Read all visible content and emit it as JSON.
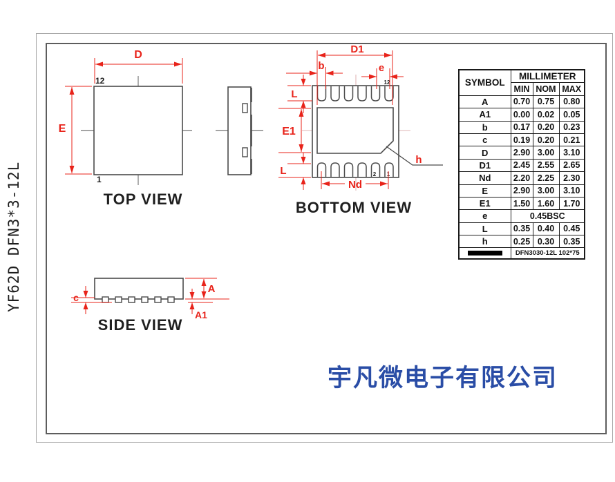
{
  "part": {
    "side_label": "YF62D DFN3*3-12L"
  },
  "company": {
    "name": "宇凡微电子有限公司"
  },
  "colors": {
    "dimension_red": "#e8231a",
    "outline_gray": "#4a4a4a",
    "company_blue": "#2a4da6"
  },
  "views": {
    "top": {
      "title": "TOP VIEW",
      "pin_top": "12",
      "pin_bottom": "1",
      "dim_d": "D",
      "dim_e": "E"
    },
    "bottom": {
      "title": "BOTTOM VIEW",
      "dim_d1": "D1",
      "dim_b": "b",
      "dim_pitch": "e",
      "dim_l_top": "L",
      "dim_e1": "E1",
      "dim_l_bottom": "L",
      "dim_nd": "Nd",
      "dim_h": "h",
      "pin12": "12",
      "pin2": "2",
      "pin1": "1"
    },
    "side": {
      "title": "SIDE VIEW",
      "dim_a": "A",
      "dim_a1": "A1",
      "dim_c": "c"
    }
  },
  "table": {
    "header": {
      "symbol": "SYMBOL",
      "unit": "MILLIMETER",
      "min": "MIN",
      "nom": "NOM",
      "max": "MAX"
    },
    "rows": [
      {
        "symbol": "A",
        "min": "0.70",
        "nom": "0.75",
        "max": "0.80"
      },
      {
        "symbol": "A1",
        "min": "0.00",
        "nom": "0.02",
        "max": "0.05"
      },
      {
        "symbol": "b",
        "min": "0.17",
        "nom": "0.20",
        "max": "0.23"
      },
      {
        "symbol": "c",
        "min": "0.19",
        "nom": "0.20",
        "max": "0.21"
      },
      {
        "symbol": "D",
        "min": "2.90",
        "nom": "3.00",
        "max": "3.10"
      },
      {
        "symbol": "D1",
        "min": "2.45",
        "nom": "2.55",
        "max": "2.65"
      },
      {
        "symbol": "Nd",
        "min": "2.20",
        "nom": "2.25",
        "max": "2.30"
      },
      {
        "symbol": "E",
        "min": "2.90",
        "nom": "3.00",
        "max": "3.10"
      },
      {
        "symbol": "E1",
        "min": "1.50",
        "nom": "1.60",
        "max": "1.70"
      },
      {
        "symbol": "e",
        "span": "0.45BSC"
      },
      {
        "symbol": "L",
        "min": "0.35",
        "nom": "0.40",
        "max": "0.45"
      },
      {
        "symbol": "h",
        "min": "0.25",
        "nom": "0.30",
        "max": "0.35"
      }
    ],
    "footer_note": "DFN3030-12L 102*75"
  }
}
